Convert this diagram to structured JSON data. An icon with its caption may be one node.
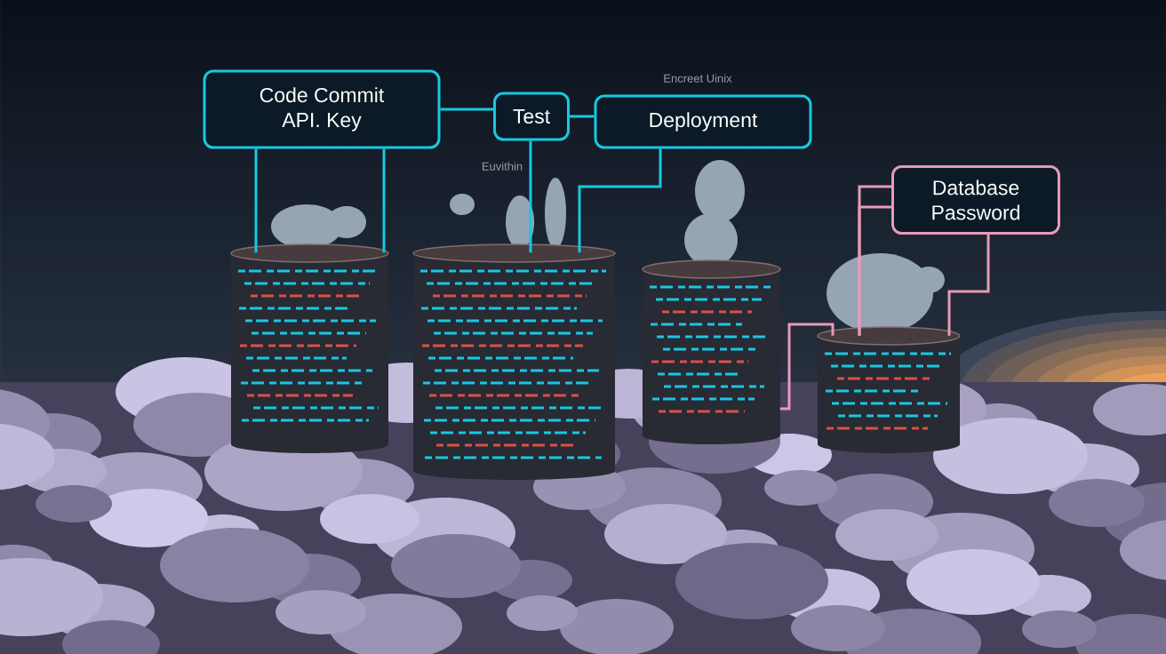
{
  "diagram": {
    "nodes": [
      {
        "text": [
          "Code Commit API. Key"
        ]
      },
      {
        "text": [
          "Test"
        ]
      },
      {
        "text": [
          "Deployment"
        ]
      },
      {
        "text": [
          "Database Password"
        ]
      },
      {
        "text": [],
        "shape": "cylinder"
      },
      {
        "text": [],
        "shape": "cylinder"
      },
      {
        "text": [],
        "shape": "cylinder"
      },
      {
        "text": [],
        "shape": "cylinder"
      }
    ],
    "edges": [
      {
        "from": 0,
        "to": 1,
        "arrow": "none"
      },
      {
        "from": 1,
        "to": 2,
        "arrow": "none"
      },
      {
        "from": 0,
        "to": 4,
        "arrow": "none"
      },
      {
        "from": 0,
        "to": 4,
        "arrow": "none"
      },
      {
        "from": 1,
        "to": 5,
        "arrow": "none"
      },
      {
        "from": 2,
        "to": 5,
        "arrow": "none"
      },
      {
        "from": 3,
        "to": 7,
        "arrow": "none",
        "color": "#e89ab8"
      },
      {
        "from": 3,
        "to": 7,
        "arrow": "none",
        "color": "#e89ab8"
      },
      {
        "from": 3,
        "to": 7,
        "arrow": "none",
        "color": "#e89ab8"
      },
      {
        "from": 7,
        "to": 6,
        "arrow": "none",
        "color": "#e89ab8"
      }
    ],
    "labels": [
      "Encreet Uinix",
      "Euvithin"
    ]
  }
}
